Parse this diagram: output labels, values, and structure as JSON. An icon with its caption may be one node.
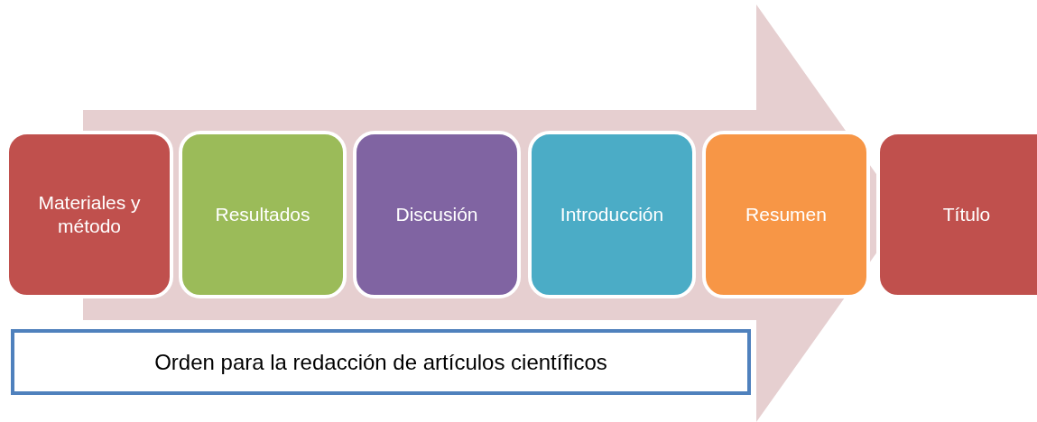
{
  "diagram": {
    "nodes": [
      {
        "text": [
          "Materiales y método"
        ]
      },
      {
        "text": [
          "Resultados"
        ]
      },
      {
        "text": [
          "Discusión"
        ]
      },
      {
        "text": [
          "Introducción"
        ]
      },
      {
        "text": [
          "Resumen"
        ]
      },
      {
        "text": [
          "Título"
        ]
      },
      {
        "text": [
          "Orden para la redacción de artículos científicos"
        ]
      }
    ],
    "edges": [
      {
        "from": 0,
        "to": 5,
        "arrow": "to"
      }
    ]
  }
}
